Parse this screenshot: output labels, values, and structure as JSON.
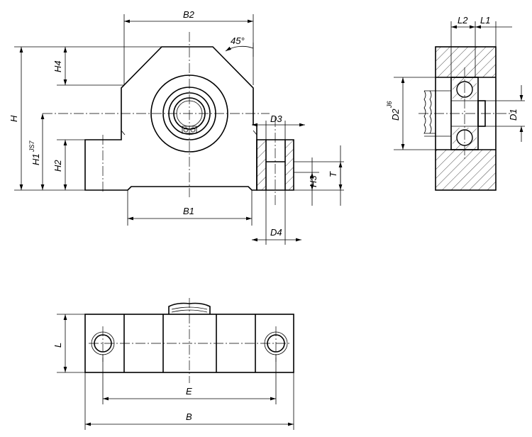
{
  "labels": {
    "b2": "B2",
    "b1": "B1",
    "b": "B",
    "e": "E",
    "h": "H",
    "h1": "H1",
    "h1_tol": "JS7",
    "h2": "H2",
    "h3": "H3",
    "h4": "H4",
    "t": "T",
    "l": "L",
    "l1": "L1",
    "l2": "L2",
    "d1": "D1",
    "d2": "D2",
    "d2_tol": "J6",
    "d3": "D3",
    "d4": "D4",
    "angle": "45°"
  },
  "colors": {
    "line": "#000000",
    "background": "#ffffff"
  }
}
